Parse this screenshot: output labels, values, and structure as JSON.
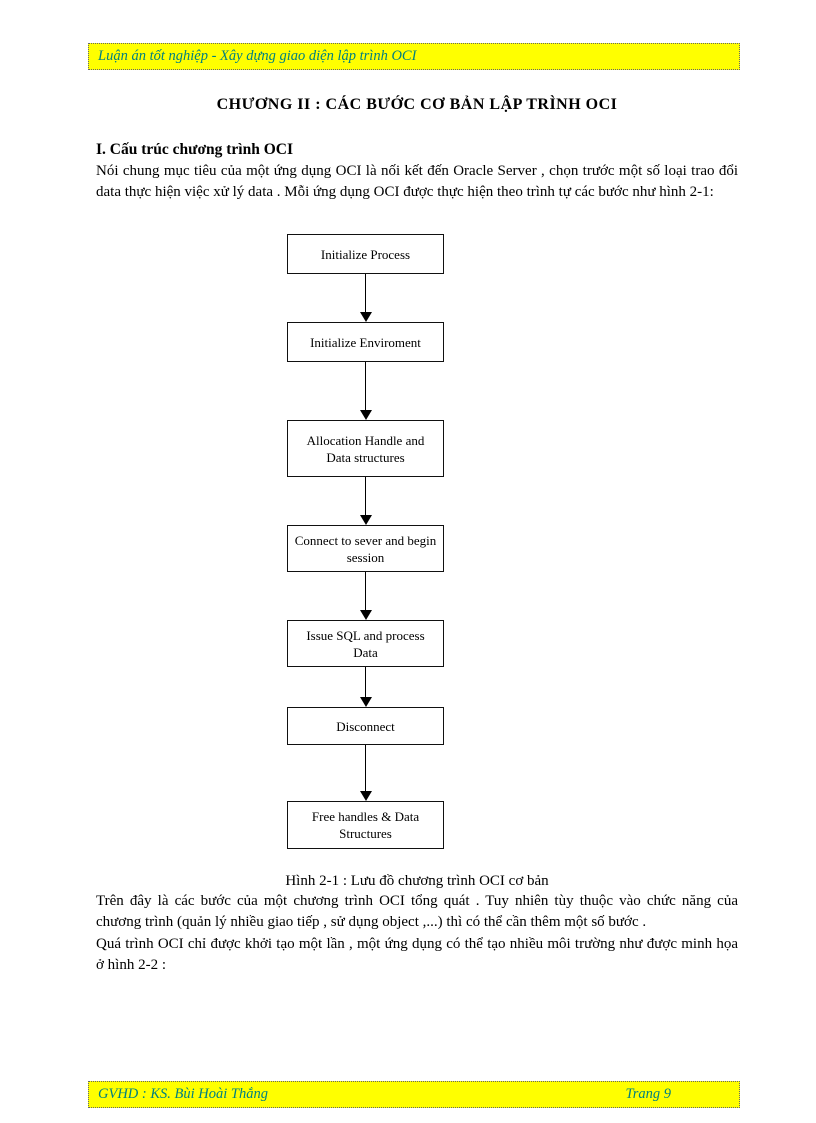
{
  "header": {
    "text": "Luận án tốt nghiệp - Xây dựng giao diện lập trình OCI"
  },
  "title": "CHƯƠNG II : CÁC BƯỚC CƠ BẢN LẬP TRÌNH OCI",
  "section": {
    "heading": "I. Cấu trúc chương trình OCI",
    "para1": "Nói chung mục tiêu của một ứng dụng OCI là nối kết đến Oracle Server , chọn trước một số loại trao đổi data thực hiện việc xử lý data . Mỗi ứng dụng OCI được thực hiện theo trình tự các bước như hình 2-1:"
  },
  "flowchart": {
    "steps": [
      {
        "label": "Initialize Process"
      },
      {
        "label": "Initialize Enviroment"
      },
      {
        "label": "Allocation Handle and Data structures"
      },
      {
        "label": "Connect to sever and begin session"
      },
      {
        "label": "Issue SQL and process Data"
      },
      {
        "label": "Disconnect"
      },
      {
        "label": "Free handles & Data Structures"
      }
    ],
    "caption": "Hình 2-1 : Lưu đồ chương trình OCI cơ bản"
  },
  "body": {
    "para2": "Trên đây là các bước của một chương trình OCI tổng quát . Tuy nhiên tùy thuộc vào chức năng của chương trình (quản lý nhiều giao tiếp , sử dụng object ,...) thì có thể cần thêm một số bước .",
    "para3": "Quá trình OCI chỉ được khởi tạo một lần , một ứng dụng có thể tạo nhiều môi trường như được minh họa ở hình 2-2 :"
  },
  "footer": {
    "left": "GVHD : KS. Bùi Hoài Thắng",
    "right": "Trang 9"
  },
  "colors": {
    "bar_background": "#FFFF00",
    "bar_text": "#008080",
    "body_text": "#000000"
  }
}
